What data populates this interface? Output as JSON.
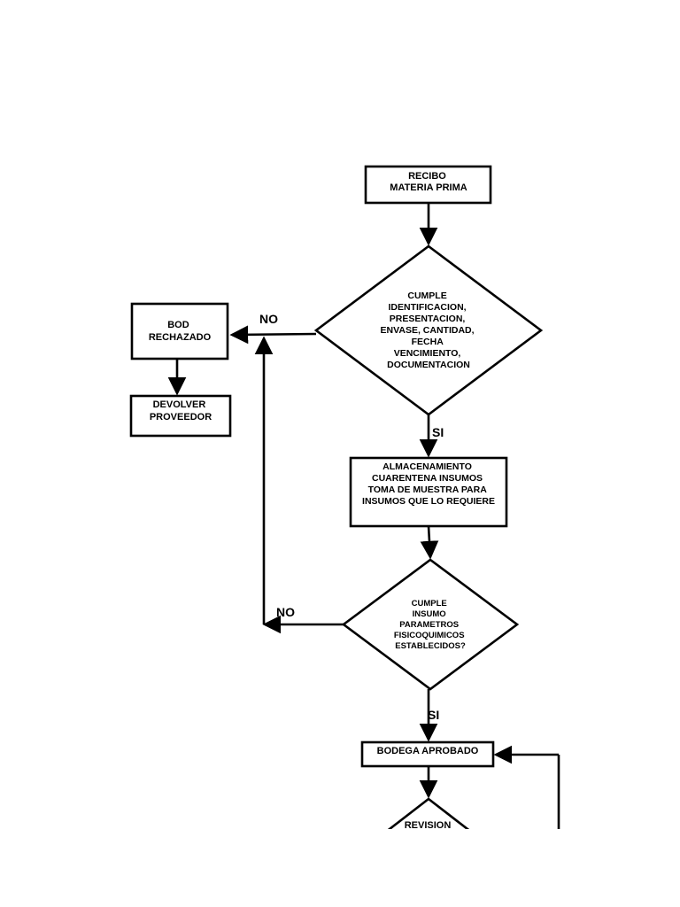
{
  "nodes": {
    "recibo": {
      "lines": [
        "RECIBO",
        "MATERIA PRIMA"
      ]
    },
    "decision1": {
      "lines": [
        "CUMPLE",
        "IDENTIFICACION,",
        "PRESENTACION,",
        "ENVASE, CANTIDAD,",
        "FECHA",
        "VENCIMIENTO,",
        "DOCUMENTACION"
      ]
    },
    "bod_rechazado": {
      "lines": [
        "BOD",
        "RECHAZADO"
      ]
    },
    "devolver": {
      "lines": [
        "DEVOLVER",
        "PROVEEDOR"
      ]
    },
    "almacenamiento": {
      "lines": [
        "ALMACENAMIENTO",
        "CUARENTENA INSUMOS",
        "TOMA DE MUESTRA PARA",
        "INSUMOS QUE LO REQUIERE"
      ]
    },
    "decision2": {
      "lines": [
        "CUMPLE",
        "INSUMO",
        "PARAMETROS",
        "FISICOQUIMICOS",
        "ESTABLECIDOS?"
      ]
    },
    "bodega_aprobado": {
      "lines": [
        "BODEGA APROBADO"
      ]
    },
    "revision": {
      "lines": [
        "REVISION"
      ]
    }
  },
  "edges": {
    "no1": "NO",
    "si1": "SI",
    "no2": "NO",
    "si2": "SI"
  }
}
